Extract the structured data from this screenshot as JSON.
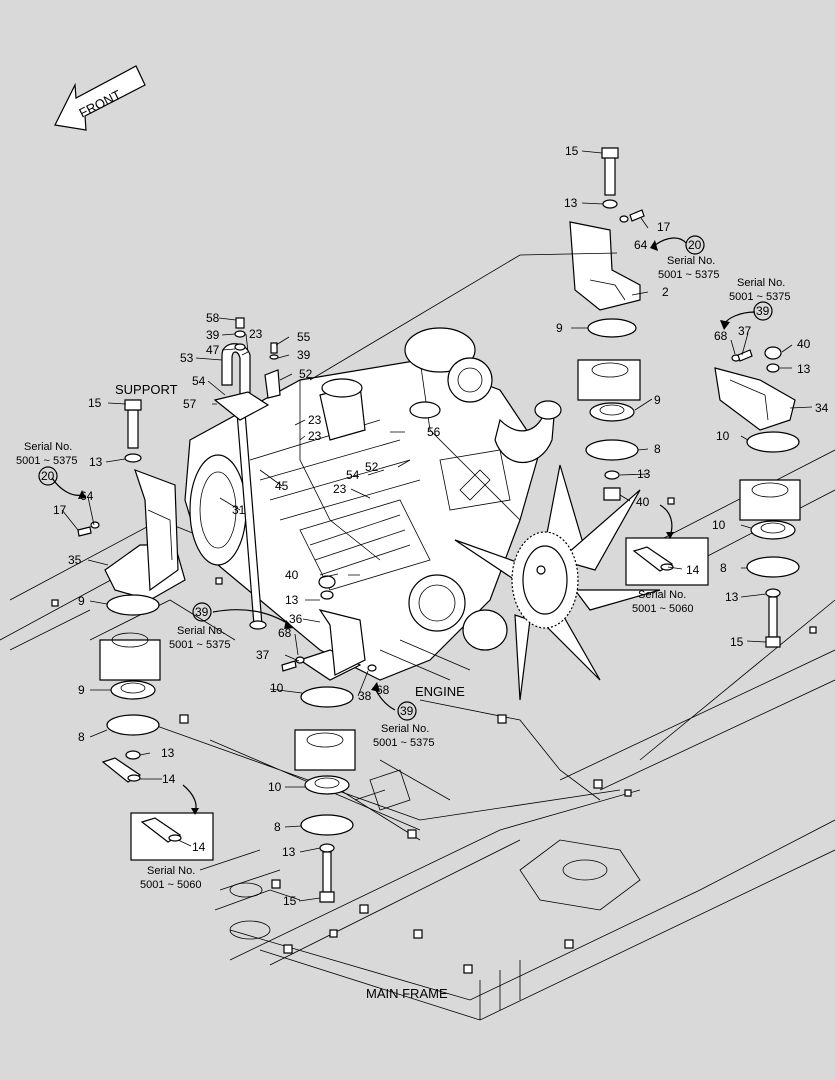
{
  "front_arrow": {
    "label": "FRONT"
  },
  "labels": {
    "support": "SUPPORT",
    "engine": "ENGINE",
    "main_frame": "MAIN FRAME"
  },
  "serial_notes": {
    "range_5375": "5001 ~ 5375",
    "range_5060": "5001 ~ 5060",
    "prefix": "Serial No."
  },
  "callouts": {
    "c15": "15",
    "c13": "13",
    "c17": "17",
    "c64": "64",
    "c20": "20",
    "c2": "2",
    "c9": "9",
    "c37": "37",
    "c68": "68",
    "c39": "39",
    "c40": "40",
    "c34": "34",
    "c10": "10",
    "c8": "8",
    "c14": "14",
    "c58": "58",
    "c47": "47",
    "c23": "23",
    "c53": "53",
    "c54": "54",
    "c57": "57",
    "c55": "55",
    "c52": "52",
    "c56": "56",
    "c45": "45",
    "c31": "31",
    "c35": "35",
    "c36": "36",
    "c38": "38"
  }
}
